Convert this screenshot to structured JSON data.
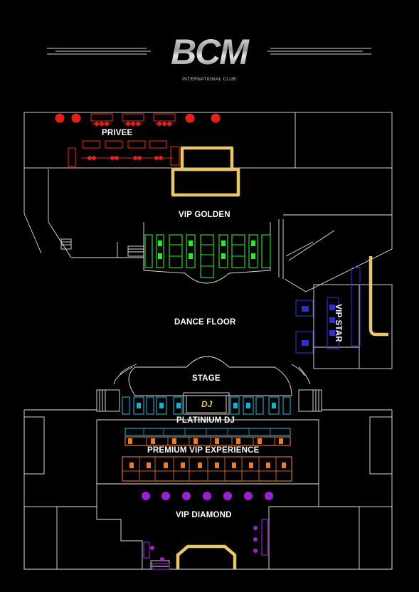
{
  "brand": {
    "logo_text": "BCM",
    "subtitle": "INTERNATIONAL CLUB"
  },
  "zones": {
    "privee": "PRIVEE",
    "vip_golden": "VIP GOLDEN",
    "dance_floor": "DANCE FLOOR",
    "vip_star": "VIP STAR",
    "stage": "STAGE",
    "dj": "DJ",
    "platinium_dj": "PLATINIUM DJ",
    "premium_vip": "PREMIUM VIP EXPERIENCE",
    "vip_diamond": "VIP DIAMOND"
  },
  "colors": {
    "background": "#000000",
    "outline": "#ffffff",
    "privee": "#e3201b",
    "vip_golden": "#2ee62e",
    "vip_star": "#2f2fd0",
    "platinium": "#1ab0cf",
    "premium": "#f07a2a",
    "diamond": "#9c1fd6",
    "gold": "#e8c66b"
  }
}
